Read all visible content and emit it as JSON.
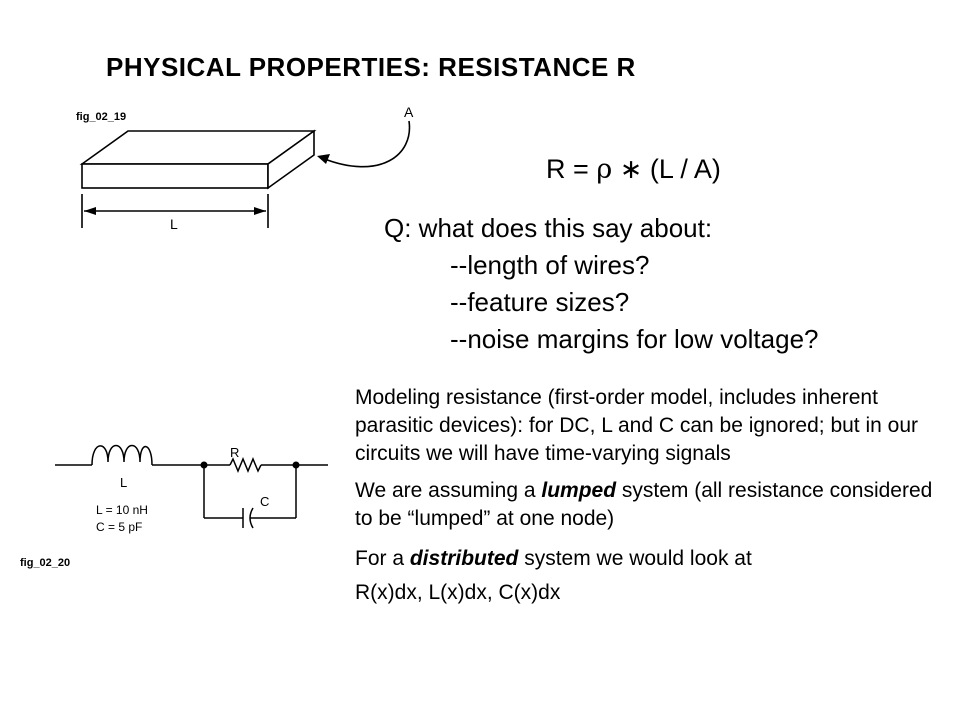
{
  "title": "PHYSICAL PROPERTIES: RESISTANCE R",
  "fig1": {
    "label": "fig_02_19",
    "area_label": "A",
    "length_label": "L"
  },
  "fig2": {
    "label": "fig_02_20",
    "inductor_label": "L",
    "resistor_label": "R",
    "capacitor_label": "C",
    "inductance_value": "L = 10 nH",
    "capacitance_value": "C = 5 pF"
  },
  "formula": {
    "lhs": "R",
    "eq": "=",
    "rho": "ρ",
    "op": "∗",
    "rhs": "(L / A)"
  },
  "question": {
    "line1": "Q: what does this say about:",
    "line2": "--length of wires?",
    "line3": "--feature sizes?",
    "line4": "--noise margins for low voltage?"
  },
  "model": {
    "para1": "Modeling resistance (first-order model, includes inherent parasitic devices):  for DC, L and C can be ignored; but in our circuits we will have time-varying signals",
    "para2_pre": "We are assuming a ",
    "para2_em": "lumped",
    "para2_post": " system (all resistance considered to be “lumped” at one node)",
    "para3_pre": "For a ",
    "para3_em": "distributed",
    "para3_post": " system we would look at",
    "para3_line2": "R(x)dx, L(x)dx, C(x)dx"
  }
}
